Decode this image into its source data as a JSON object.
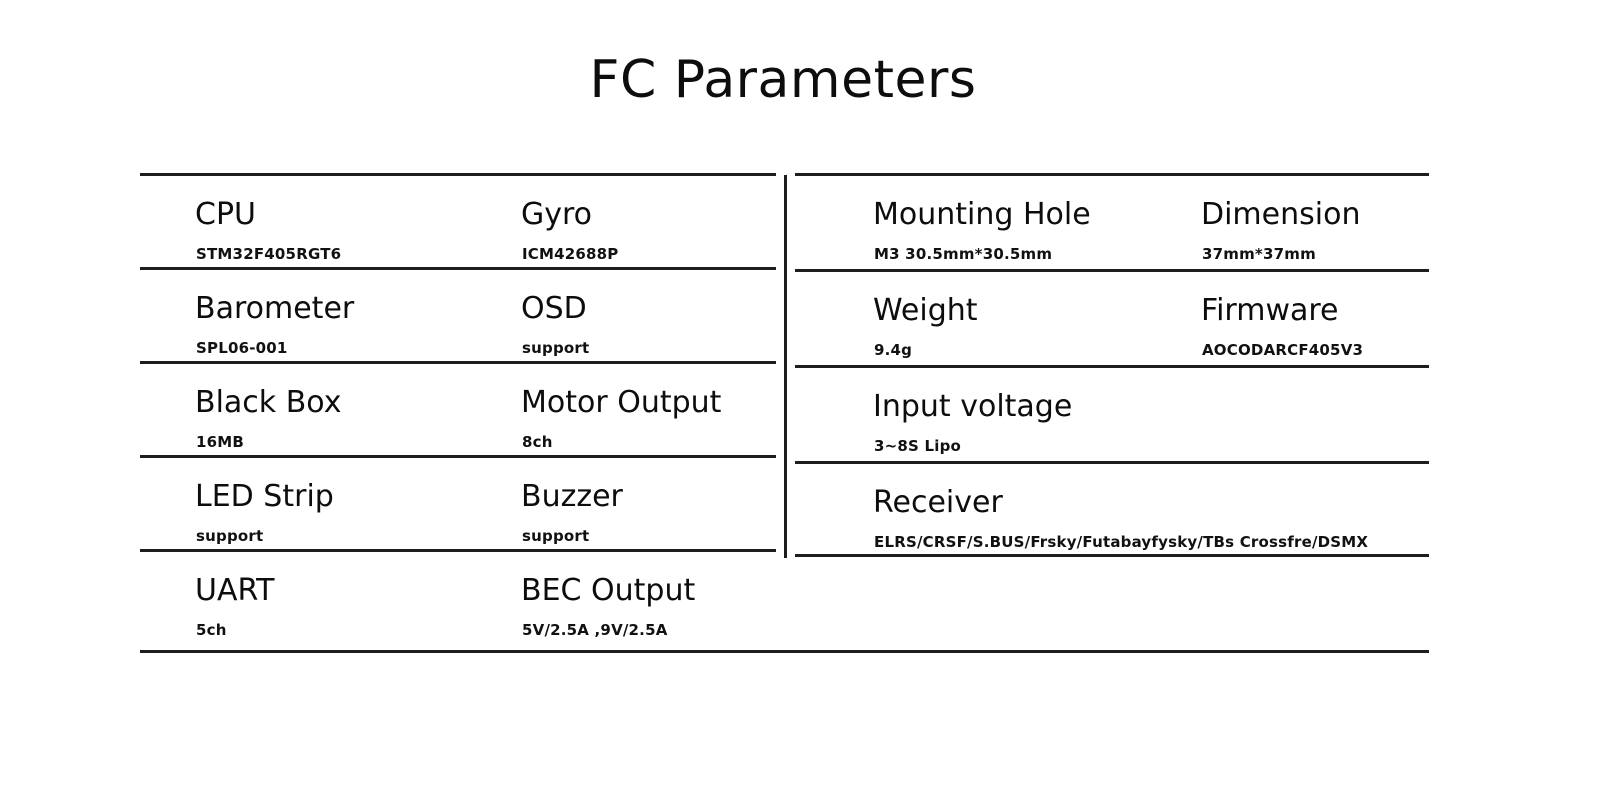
{
  "page": {
    "title": "FC Parameters",
    "background_color": "#ffffff",
    "rule_color": "#1d1d1d",
    "text_color": "#0d0d0d"
  },
  "spec_tables": {
    "left": {
      "rows": [
        {
          "cells": [
            {
              "label": "CPU",
              "value": "STM32F405RGT6"
            },
            {
              "label": "Gyro",
              "value": "ICM42688P"
            }
          ]
        },
        {
          "cells": [
            {
              "label": "Barometer",
              "value": "SPL06-001"
            },
            {
              "label": "OSD",
              "value": "support"
            }
          ]
        },
        {
          "cells": [
            {
              "label": "Black Box",
              "value": "16MB"
            },
            {
              "label": "Motor Output",
              "value": "8ch"
            }
          ]
        },
        {
          "cells": [
            {
              "label": "LED Strip",
              "value": "support"
            },
            {
              "label": "Buzzer",
              "value": "support"
            }
          ]
        },
        {
          "cells": [
            {
              "label": "UART",
              "value": "5ch"
            },
            {
              "label": "BEC Output",
              "value": "5V/2.5A ,9V/2.5A"
            }
          ]
        }
      ]
    },
    "right": {
      "rows": [
        {
          "cells": [
            {
              "label": "Mounting Hole",
              "value": "M3 30.5mm*30.5mm"
            },
            {
              "label": "Dimension",
              "value": "37mm*37mm"
            }
          ]
        },
        {
          "cells": [
            {
              "label": "Weight",
              "value": "9.4g"
            },
            {
              "label": "Firmware",
              "value": "AOCODARCF405V3"
            }
          ]
        },
        {
          "cells": [
            {
              "label": "Input voltage",
              "value": "3~8S Lipo"
            }
          ]
        },
        {
          "cells": [
            {
              "label": "Receiver",
              "value": "ELRS/CRSF/S.BUS/Frsky/Futabayfysky/TBs Crossfre/DSMX"
            }
          ]
        }
      ]
    }
  }
}
